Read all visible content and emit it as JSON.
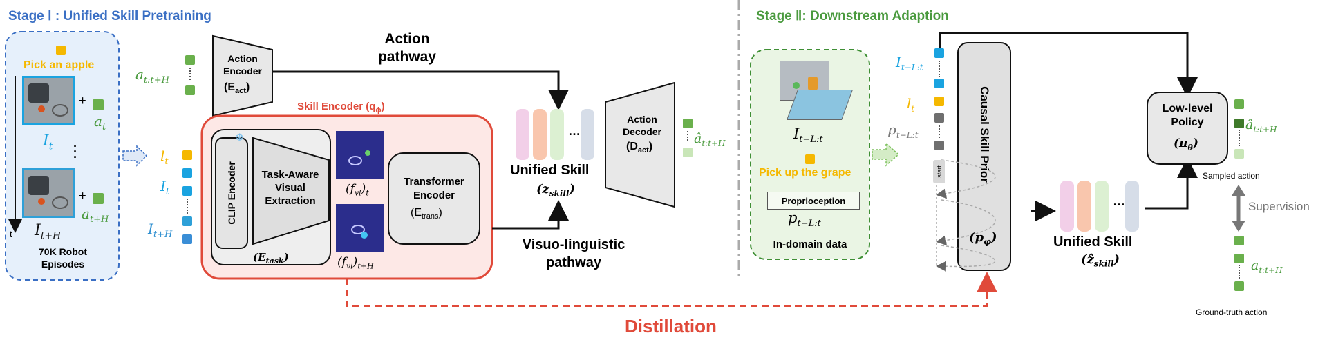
{
  "stage1": {
    "title": "Stage Ⅰ : Unified Skill Pretraining",
    "instruction": "Pick an apple",
    "img_t_label": "I",
    "img_t_sub": "t",
    "img_th_label": "I",
    "img_th_sub": "t+H",
    "a_t": "a",
    "a_t_sub": "t",
    "a_th": "a",
    "a_th_sub": "t+H",
    "time_axis": "t",
    "episodes": "70K Robot\nEpisodes",
    "inputs": {
      "l": "l",
      "l_sub": "t",
      "i": "I",
      "i_sub": "t",
      "ih": "I",
      "ih_sub": "t+H"
    },
    "action_seq": "a",
    "action_seq_sub": "t:t+H",
    "action_encoder": "Action\nEncoder",
    "action_encoder_sym": "(E",
    "action_encoder_sub": "act",
    "action_pathway": "Action\npathway",
    "skill_encoder": "Skill Encoder (q",
    "skill_encoder_sub": "ϕ",
    "clip": "CLIP Encoder",
    "task_aware": "Task-Aware\nVisual\nExtraction",
    "e_task": "(E",
    "e_task_sub": "task",
    "fvl_t": "(f",
    "fvl_t_sub1": "vl",
    "fvl_t_sub2": "t",
    "fvl_th_sub2": "t+H",
    "transformer": "Transformer\nEncoder",
    "e_trans": "(E",
    "e_trans_sub": "trans",
    "unified_skill": "Unified Skill",
    "z_skill": "(z",
    "z_skill_sub": "skill",
    "visuo_pathway": "Visuo-linguistic\npathway",
    "action_decoder": "Action\nDecoder",
    "d_act": "(D",
    "d_act_sub": "act",
    "a_hat": "â",
    "a_hat_sub": "t:t+H"
  },
  "stage2": {
    "title": "Stage Ⅱ: Downstream Adaption",
    "img_label": "I",
    "img_sub": "t−L:t",
    "instruction": "Pick up the grape",
    "proprio": "Proprioception",
    "p_label": "p",
    "p_sub": "t−L:t",
    "in_domain": "In-domain data",
    "seq_i": "I",
    "seq_i_sub": "t−L:t",
    "seq_l": "l",
    "seq_l_sub": "t",
    "seq_p": "p",
    "seq_p_sub": "t−L:t",
    "start": "start",
    "prior": "Causal Skill Prior",
    "prior_sym": "(p",
    "prior_sub": "φ",
    "unified_skill": "Unified Skill",
    "z_hat": "(ẑ",
    "z_hat_sub": "skill",
    "policy": "Low-level\nPolicy",
    "pi": "(π",
    "pi_sub": "θ",
    "sampled_a": "â",
    "sampled_a_sub": "t:t+H",
    "sampled_label": "Sampled action",
    "supervision": "Supervision",
    "gt_a": "a",
    "gt_a_sub": "t:t+H",
    "gt_label": "Ground-truth action"
  },
  "distillation": "Distillation",
  "colors": {
    "blue_title": "#3a6fc4",
    "green_title": "#4a9a3e",
    "green_sq": "#6ab04c",
    "blue_sq": "#1aa3e0",
    "orange_sq": "#f5b800",
    "grey_sq": "#6f6f6f",
    "red": "#e04a3a",
    "skill_fill": "#fde8e6",
    "stage1_fill": "#e6f0fb",
    "stage2_fill": "#eaf5e4"
  }
}
